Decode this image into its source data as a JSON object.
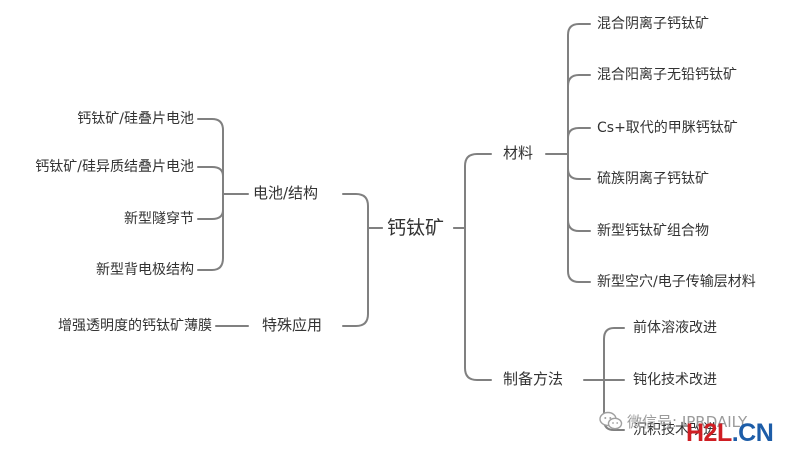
{
  "center": "钙钛矿",
  "left": {
    "branches": [
      {
        "label": "电池/结构",
        "children": [
          "钙钛矿/硅叠片电池",
          "钙钛矿/硅异质结叠片电池",
          "新型隧穿节",
          "新型背电极结构"
        ]
      },
      {
        "label": "特殊应用",
        "children": [
          "增强透明度的钙钛矿薄膜"
        ]
      }
    ]
  },
  "right": {
    "branches": [
      {
        "label": "材料",
        "children": [
          "混合阴离子钙钛矿",
          "混合阳离子无铅钙钛矿",
          "Cs+取代的甲脒钙钛矿",
          "硫族阴离子钙钛矿",
          "新型钙钛矿组合物",
          "新型空穴/电子传输层材料"
        ]
      },
      {
        "label": "制备方法",
        "children": [
          "前体溶液改进",
          "钝化技术改进",
          "沉积技术改进"
        ]
      }
    ]
  },
  "watermark": {
    "text": "微信号: IPRDAILY",
    "icon": "wechat-icon",
    "brand_part1": "H2L",
    "brand_part2": ".CN",
    "brand_color1": "#cf1e23",
    "brand_color2": "#1d5da8"
  },
  "colors": {
    "line": "#808080",
    "text": "#333333"
  }
}
